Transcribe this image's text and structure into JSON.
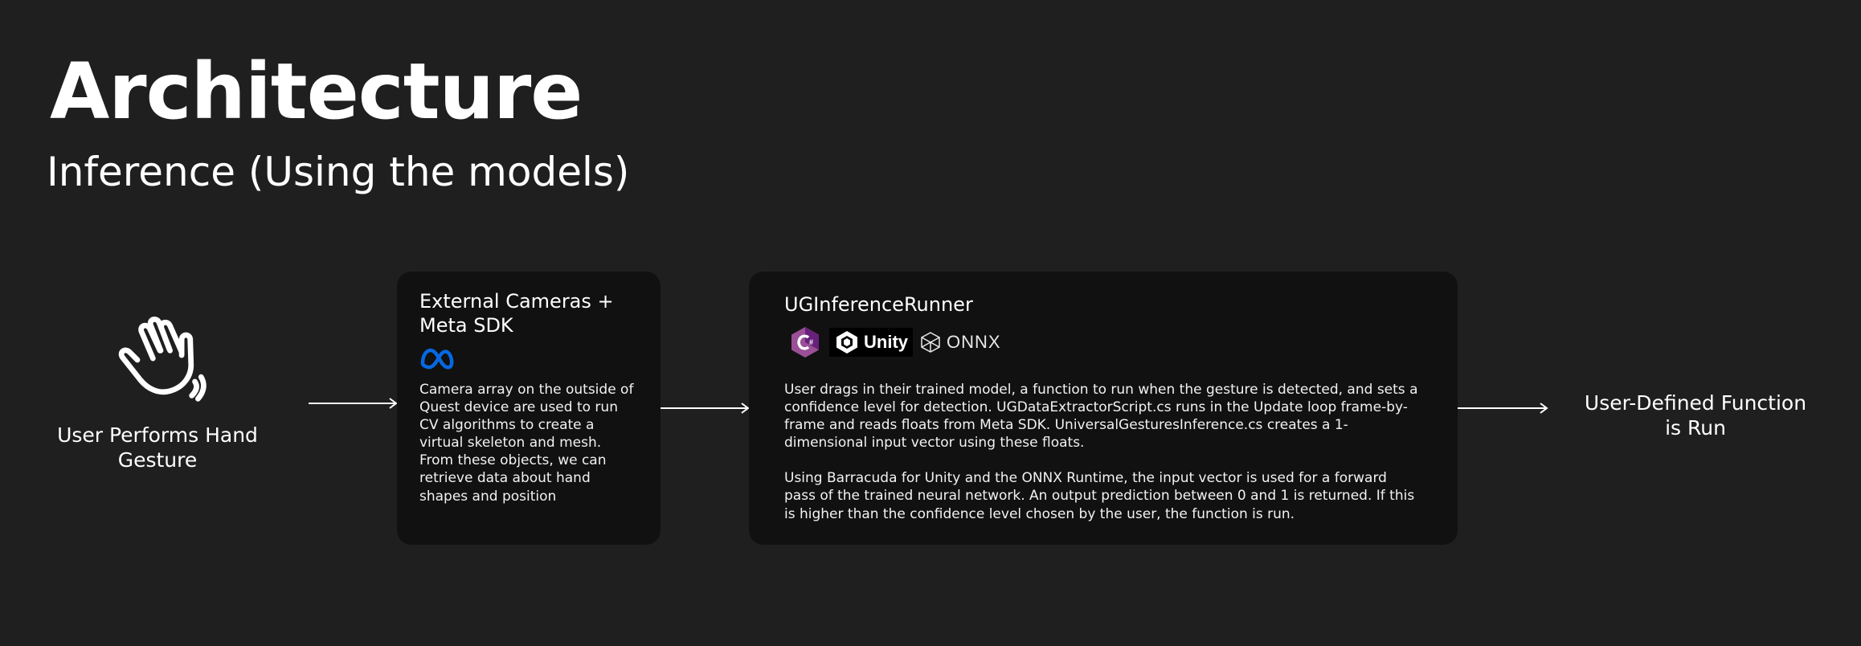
{
  "header": {
    "title": "Architecture",
    "subtitle": "Inference (Using the models)"
  },
  "nodes": {
    "user_gesture": {
      "label": "User Performs Hand Gesture",
      "icon": "waving-hand-icon"
    },
    "external_cameras": {
      "title": "External Cameras + Meta SDK",
      "logo": "meta-logo-icon",
      "body": "Camera array on the outside of Quest device are used to run CV algorithms to create a virtual skeleton and mesh. From these objects, we can retrieve data about hand shapes and position"
    },
    "inference_runner": {
      "title": "UGInferenceRunner",
      "logos": {
        "csharp": "csharp-logo-icon",
        "unity_text": "Unity",
        "onnx_text": "ONNX"
      },
      "paragraph_1": "User drags in their trained model, a function to run when the gesture is detected, and sets a confidence level for detection. UGDataExtractorScript.cs runs in the Update loop frame-by-frame and reads floats from Meta SDK. UniversalGesturesInference.cs creates a 1-dimensional input vector using these floats.",
      "paragraph_2": "Using Barracuda for Unity and the ONNX Runtime, the input vector is used for a forward pass of the trained neural network. An output prediction between 0 and 1 is returned. If this is higher than the confidence level chosen by the user, the function is run."
    },
    "output": {
      "label": "User-Defined Function is Run"
    }
  },
  "colors": {
    "background": "#1f1f1f",
    "card": "#111111",
    "text": "#ffffff",
    "meta_blue": "#0668e1",
    "csharp_purple": "#9b4f96"
  }
}
